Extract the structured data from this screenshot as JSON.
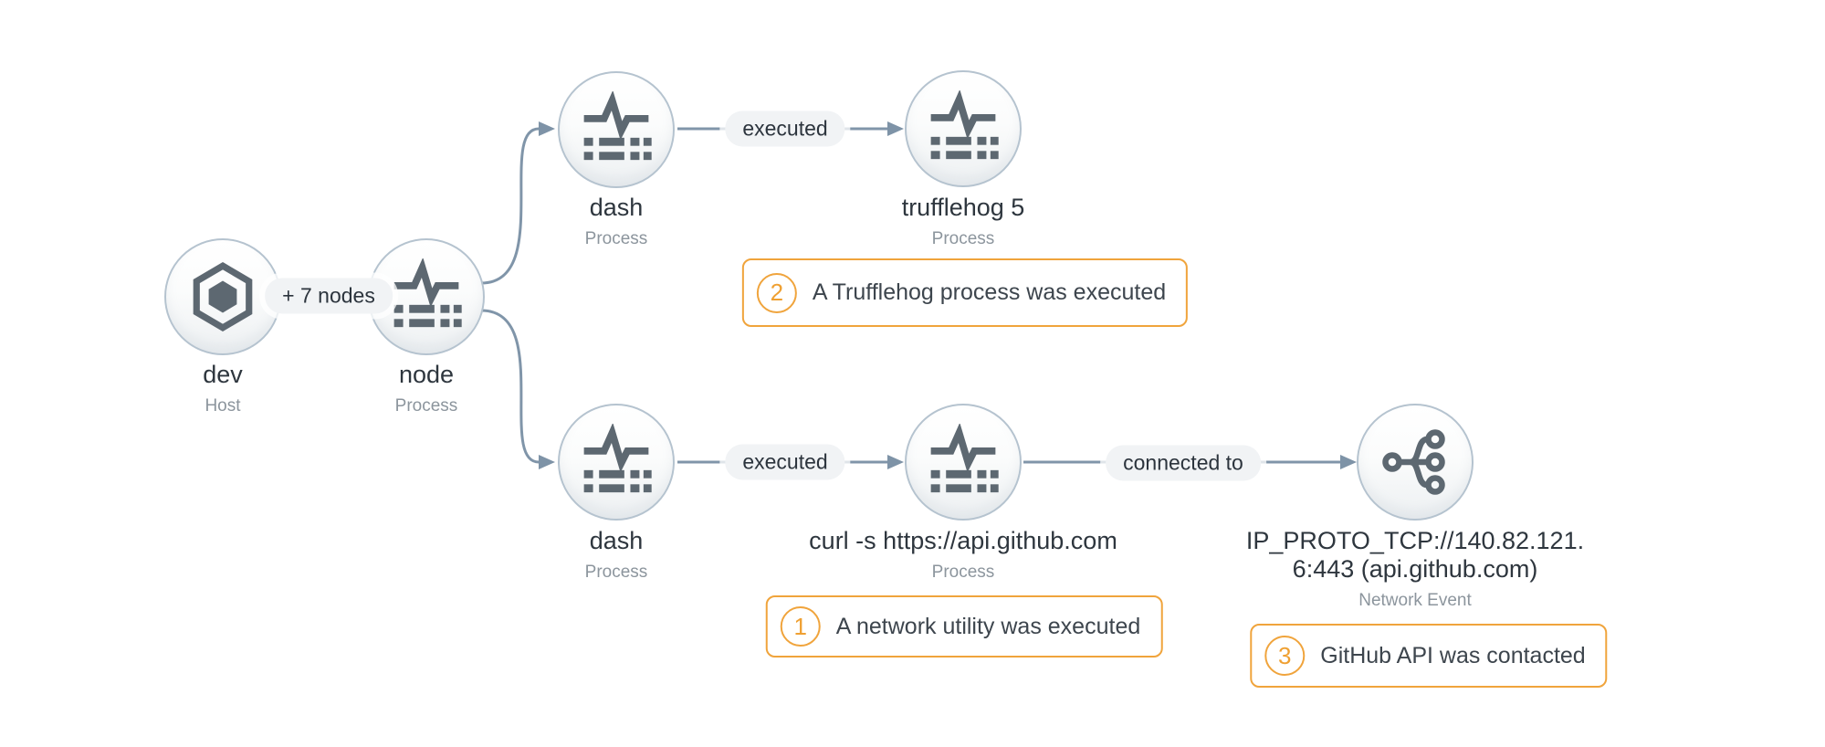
{
  "graph": {
    "background": "#ffffff",
    "colors": {
      "accent_orange": "#F0A43C",
      "edge_slate": "#8095A9",
      "icon_gray": "#5D6871",
      "node_border": "#B5C3CF",
      "label_dark": "#2E363E",
      "label_muted": "#8C959D",
      "pill_bg": "#F1F3F5"
    },
    "nodes": [
      {
        "id": "dev",
        "name": "dev",
        "type": "Host",
        "icon": "host-hexagon-icon"
      },
      {
        "id": "node",
        "name": "node",
        "type": "Process",
        "icon": "process-pulse-icon"
      },
      {
        "id": "dash-top",
        "name": "dash",
        "type": "Process",
        "icon": "process-pulse-icon"
      },
      {
        "id": "trufflehog-5",
        "name": "trufflehog 5",
        "type": "Process",
        "icon": "process-pulse-icon"
      },
      {
        "id": "dash-bottom",
        "name": "dash",
        "type": "Process",
        "icon": "process-pulse-icon"
      },
      {
        "id": "curl",
        "name": "curl -s https://api.github.com",
        "type": "Process",
        "icon": "process-pulse-icon"
      },
      {
        "id": "network-event",
        "name": "IP_PROTO_TCP://140.82.121.6:443 (api.github.com)",
        "name_lines": [
          "IP_PROTO_TCP://140.82.121.",
          "6:443 (api.github.com)"
        ],
        "type": "Network Event",
        "icon": "network-fanout-icon"
      }
    ],
    "edges": [
      {
        "from": "dev",
        "to": "node",
        "label": "+ 7 nodes"
      },
      {
        "from": "node",
        "to": "dash-top",
        "label": ""
      },
      {
        "from": "node",
        "to": "dash-bottom",
        "label": ""
      },
      {
        "from": "dash-top",
        "to": "trufflehog-5",
        "label": "executed"
      },
      {
        "from": "dash-bottom",
        "to": "curl",
        "label": "executed"
      },
      {
        "from": "curl",
        "to": "network-event",
        "label": "connected to"
      }
    ],
    "annotations": [
      {
        "number": "1",
        "text": "A network utility was executed"
      },
      {
        "number": "2",
        "text": "A Trufflehog process was executed"
      },
      {
        "number": "3",
        "text": "GitHub API was contacted"
      }
    ]
  }
}
